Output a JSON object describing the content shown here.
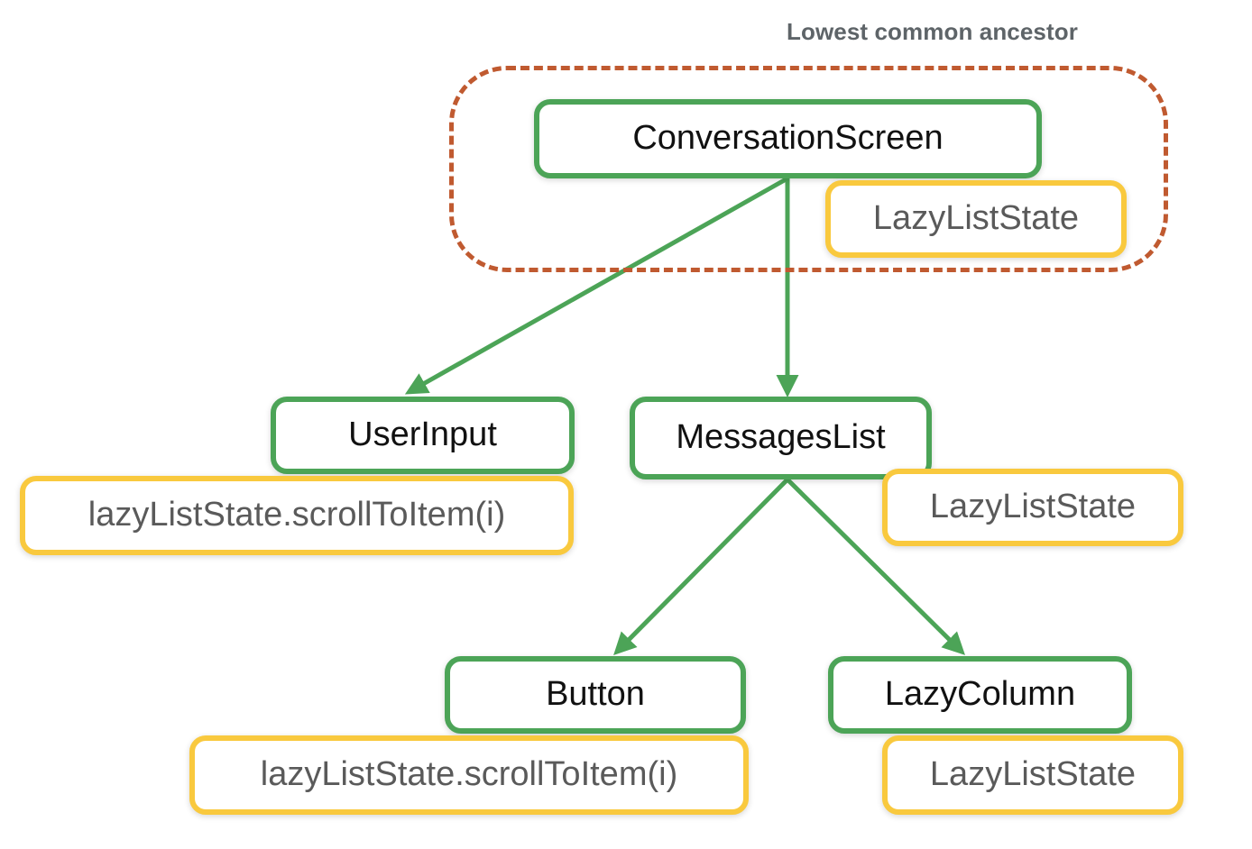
{
  "diagram": {
    "title_annotation": "Lowest common ancestor",
    "colors": {
      "composable_border": "#4CA457",
      "state_border": "#F9C93E",
      "region_dashed": "#C05A30",
      "edge": "#4CA457",
      "composable_text": "#111111",
      "state_text": "#5A5A5A",
      "annotation_text": "#5E6468",
      "background": "#FFFFFF"
    },
    "nodes": {
      "conversation_screen": "ConversationScreen",
      "lazy_list_state_top": "LazyListState",
      "user_input": "UserInput",
      "scroll_to_item_user_input": "lazyListState.scrollToItem(i)",
      "messages_list": "MessagesList",
      "lazy_list_state_messages": "LazyListState",
      "button": "Button",
      "scroll_to_item_button": "lazyListState.scrollToItem(i)",
      "lazy_column": "LazyColumn",
      "lazy_list_state_lazy_column": "LazyListState"
    },
    "edges": [
      {
        "from": "ConversationScreen",
        "to": "UserInput"
      },
      {
        "from": "ConversationScreen",
        "to": "MessagesList"
      },
      {
        "from": "MessagesList",
        "to": "Button"
      },
      {
        "from": "MessagesList",
        "to": "LazyColumn"
      }
    ]
  }
}
